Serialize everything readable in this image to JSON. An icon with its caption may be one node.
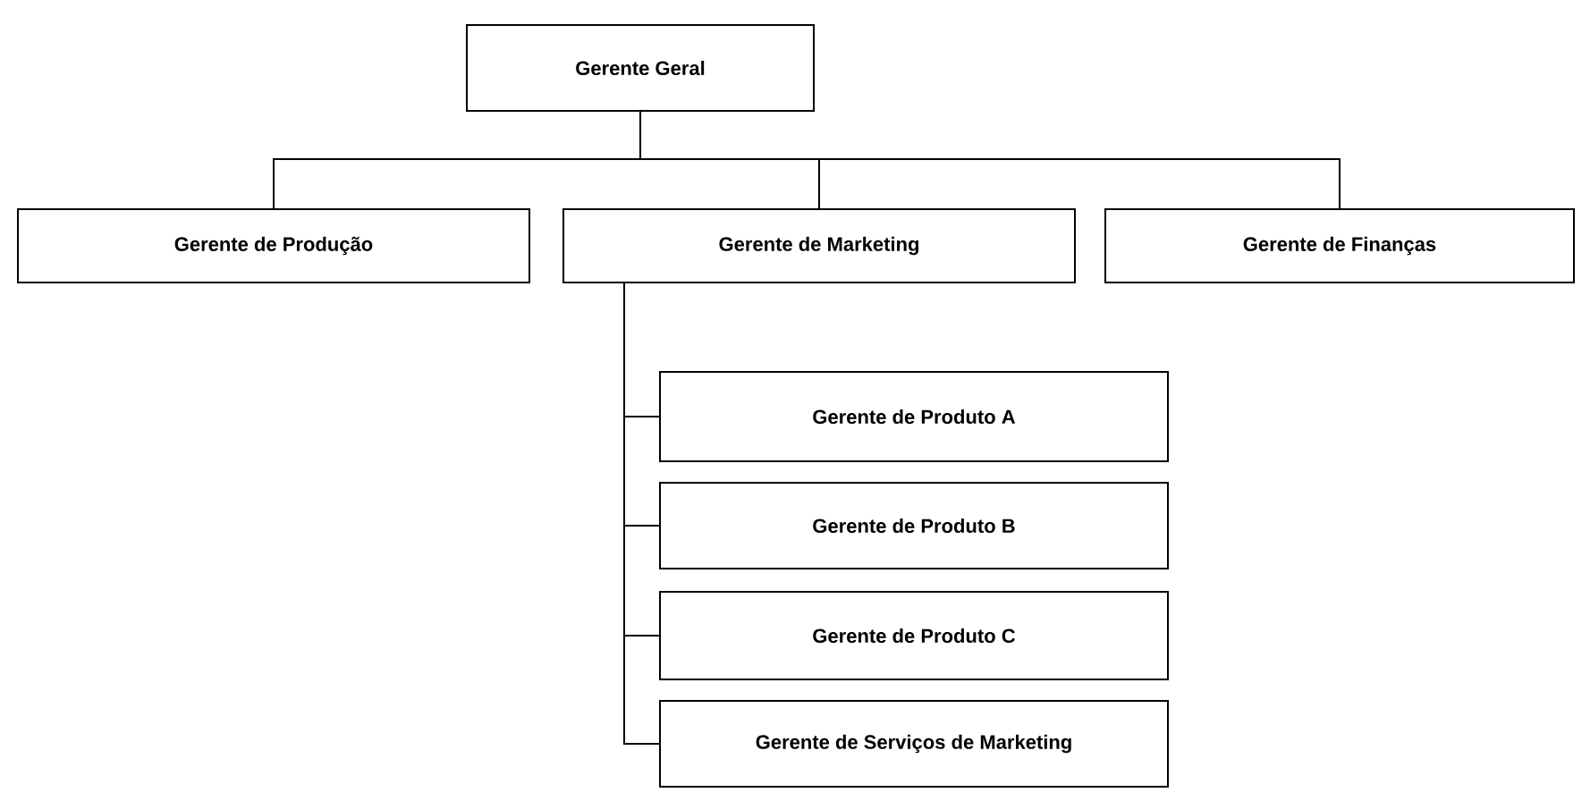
{
  "diagram": {
    "nodes": [
      {
        "text": [
          "Gerente Geral"
        ]
      },
      {
        "text": [
          "Gerente de Produção"
        ]
      },
      {
        "text": [
          "Gerente de Marketing"
        ]
      },
      {
        "text": [
          "Gerente de Finanças"
        ]
      },
      {
        "text": [
          "Gerente de Produto A"
        ]
      },
      {
        "text": [
          "Gerente de Produto B"
        ]
      },
      {
        "text": [
          "Gerente de Produto C"
        ]
      },
      {
        "text": [
          "Gerente de Serviços de Marketing"
        ]
      }
    ],
    "edges": [
      {
        "from": 0,
        "to": 1,
        "arrow": "none"
      },
      {
        "from": 0,
        "to": 2,
        "arrow": "none"
      },
      {
        "from": 0,
        "to": 3,
        "arrow": "none"
      },
      {
        "from": 2,
        "to": 4,
        "arrow": "none"
      },
      {
        "from": 2,
        "to": 5,
        "arrow": "none"
      },
      {
        "from": 2,
        "to": 6,
        "arrow": "none"
      },
      {
        "from": 2,
        "to": 7,
        "arrow": "none"
      }
    ]
  }
}
